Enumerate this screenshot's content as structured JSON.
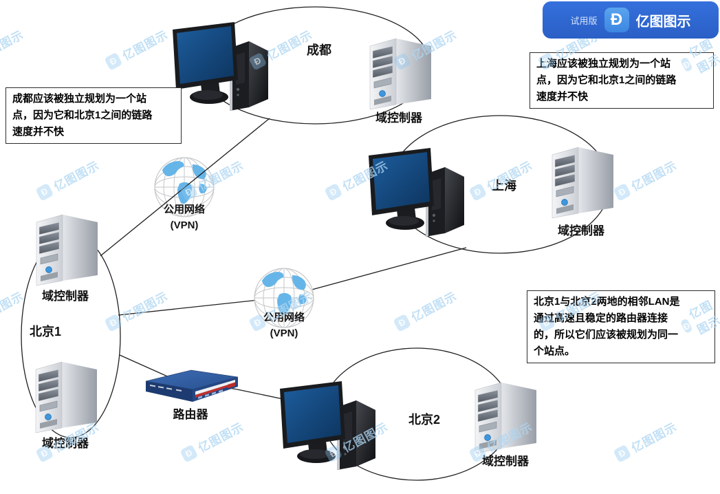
{
  "badge": {
    "trial": "试用版",
    "brand": "亿图图示",
    "logo_glyph": "Ð",
    "bg_color": "#2e64cf",
    "logo_color": "#4a95e8"
  },
  "watermark": {
    "text": "亿图图示",
    "logo_glyph": "Ð",
    "color": "#aed6f2"
  },
  "notes": {
    "chengdu": "成都应该被独立规划为一个站\n点，因为它和北京1之间的链路\n速度并不快",
    "shanghai": "上海应该被独立规划为一个站\n点，因为它和北京1之间的链路\n速度并不快",
    "beijing": "北京1与北京2两地的相邻LAN是\n通过高速且稳定的路由器连接\n的，所以它们应该被规划为同一\n个站点。"
  },
  "vpn_top": {
    "line1": "公用网络",
    "line2": "(VPN)"
  },
  "vpn_mid": {
    "line1": "公用网络",
    "line2": "(VPN)"
  },
  "sites": {
    "chengdu": {
      "city": "成都",
      "dc": "域控制器"
    },
    "shanghai": {
      "city": "上海",
      "dc": "域控制器"
    },
    "beijing1": {
      "city": "北京1",
      "dc_top": "域控制器",
      "dc_bottom": "域控制器"
    },
    "beijing2": {
      "city": "北京2",
      "dc": "域控制器"
    }
  },
  "router": {
    "label": "路由器"
  },
  "colors": {
    "connector": "#1f1f1f",
    "screen_blue": "#15497e",
    "globe_blue": "#66b5e8"
  }
}
